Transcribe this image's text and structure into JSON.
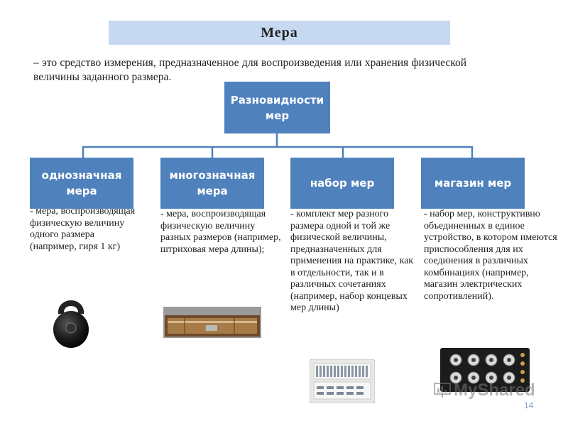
{
  "title": "Мера",
  "definition": "– это средство измерения, предназначенное для воспроизведения или хранения физической величины заданного размера.",
  "root": {
    "label_line1": "Разновидности",
    "label_line2": "мер"
  },
  "types": [
    {
      "label_line1": "однозначная",
      "label_line2": "мера",
      "description": "- мера, воспроизводящая физическую величину одного размера (например, гиря 1 кг)"
    },
    {
      "label_line1": "многозначная",
      "label_line2": "мера",
      "description": "- мера, воспроизводящая физическую величину разных размеров (например, штриховая мера длины);"
    },
    {
      "label_line1": "набор мер",
      "label_line2": "",
      "description": "- комплект мер разного размера одной и той же физической величины, предназначенных для применения на практике, как в отдельности, так и в различных сочетаниях (например, набор концевых мер длины)"
    },
    {
      "label_line1": "магазин мер",
      "label_line2": "",
      "description": "- набор мер, конструктивно объединенных в единое устройство, в котором имеются приспособления для их соединения в различных комбинациях (например, магазин электрических сопротивлений)."
    }
  ],
  "watermark": "MyShared",
  "page_number": "14",
  "colors": {
    "title_bg": "#c6d9f1",
    "box_bg": "#4f81bd",
    "connector": "#4f81bd"
  }
}
